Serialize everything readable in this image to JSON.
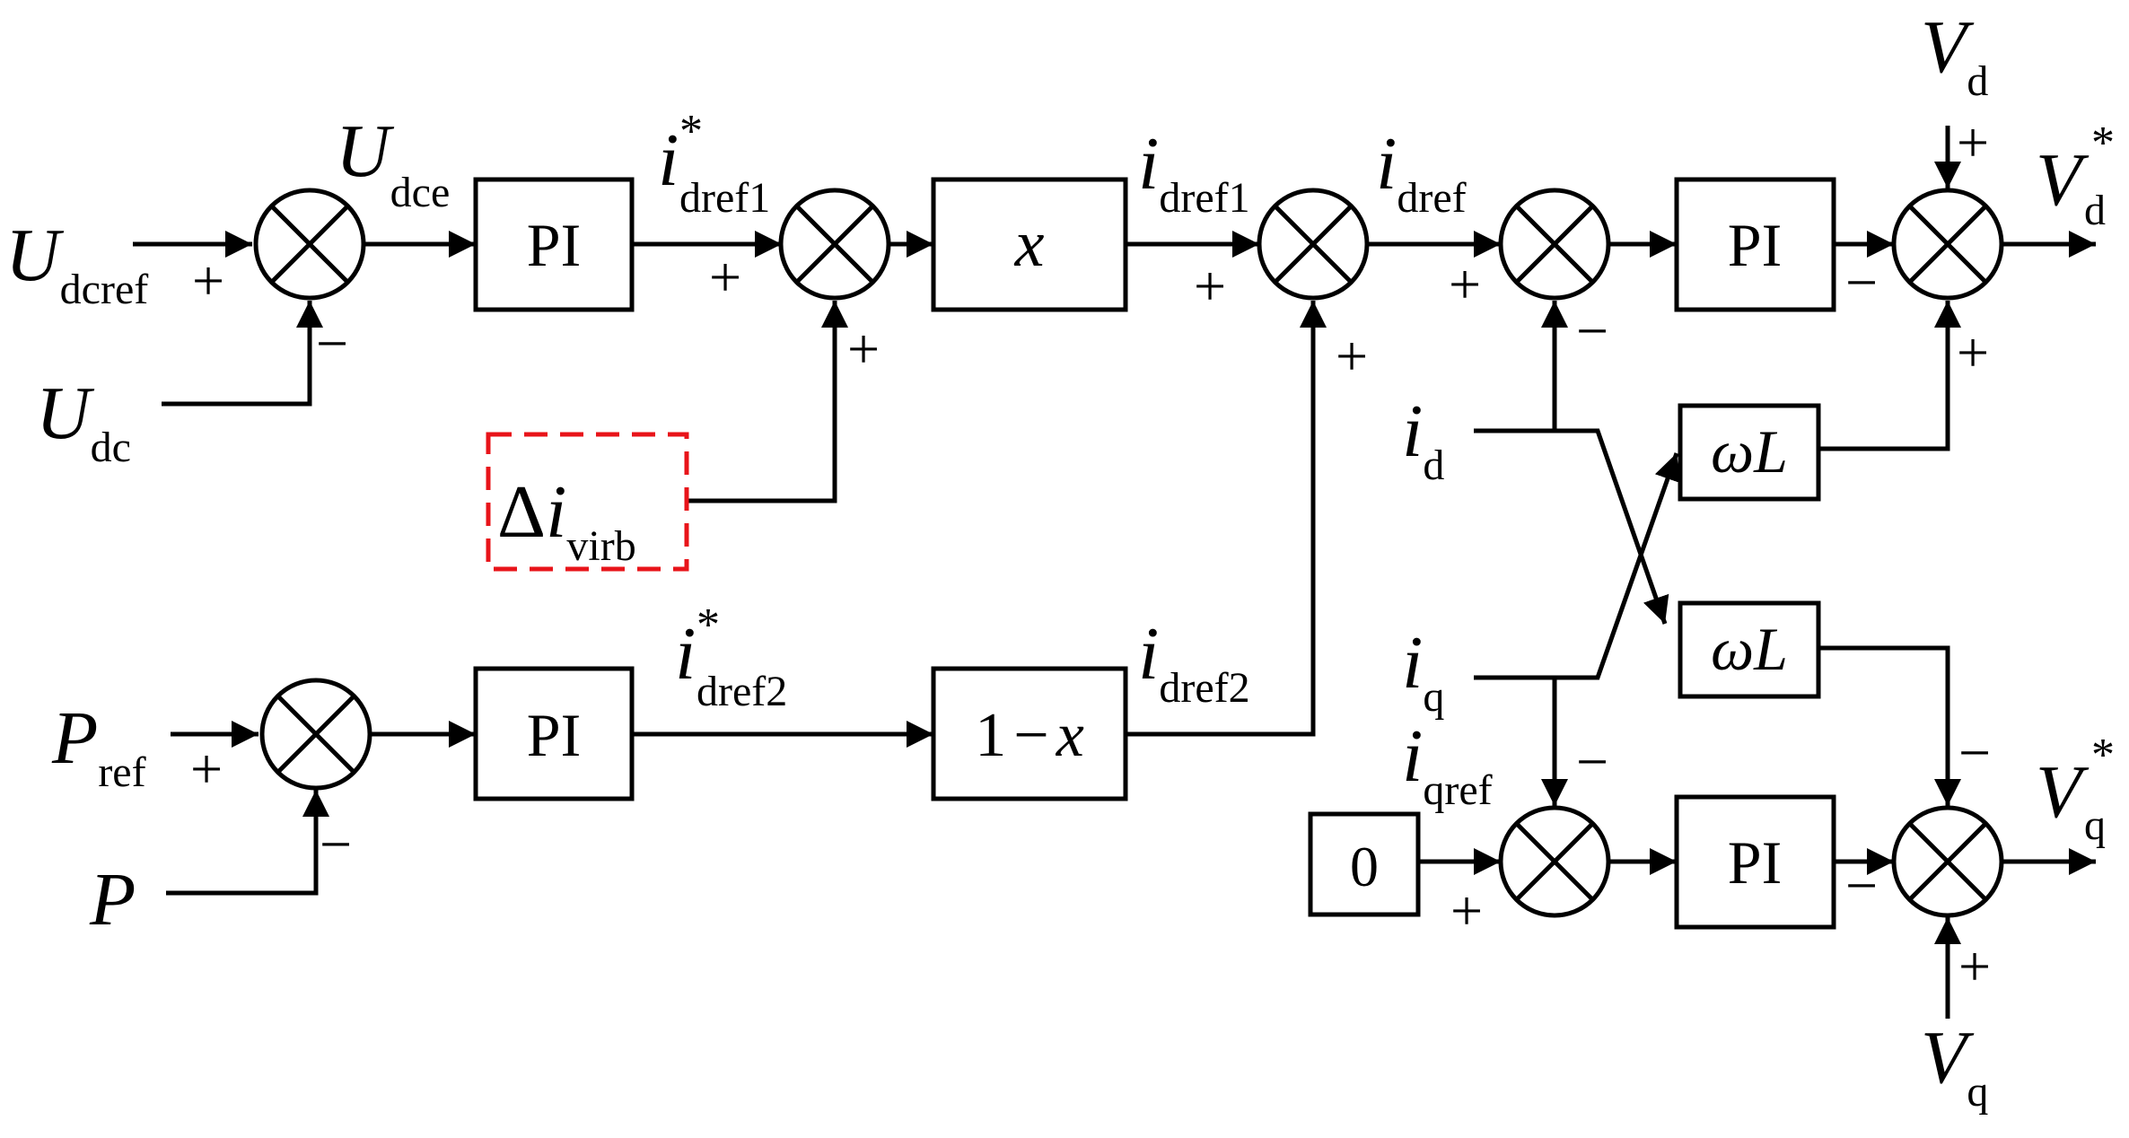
{
  "blocks": {
    "pi_dc": "PI",
    "x": "x",
    "pi_p": "PI",
    "one_minus_x": {
      "one": "1",
      "minus": "−",
      "x": "x"
    },
    "pi_d": "PI",
    "wl_top": {
      "omega": "ω",
      "L": "L"
    },
    "wl_bottom": {
      "omega": "ω",
      "L": "L"
    },
    "pi_q": "PI",
    "zero": "0"
  },
  "signals": {
    "u_dcref": {
      "main": "U",
      "sub": "dcref"
    },
    "u_dc": {
      "main": "U",
      "sub": "dc"
    },
    "u_dce": {
      "main": "U",
      "sub": "dce"
    },
    "i_dref1_star": {
      "main": "i",
      "sup": "*",
      "sub": "dref1"
    },
    "i_dref1": {
      "main": "i",
      "sub": "dref1"
    },
    "delta_i_virb": {
      "delta": "Δ",
      "main": "i",
      "sub": "virb"
    },
    "i_dref": {
      "main": "i",
      "sub": "dref"
    },
    "p_ref": {
      "main": "P",
      "sub": "ref"
    },
    "p": {
      "main": "P"
    },
    "i_dref2_star": {
      "main": "i",
      "sup": "*",
      "sub": "dref2"
    },
    "i_dref2": {
      "main": "i",
      "sub": "dref2"
    },
    "i_d": {
      "main": "i",
      "sub": "d"
    },
    "i_q": {
      "main": "i",
      "sub": "q"
    },
    "i_qref": {
      "main": "i",
      "sub": "qref"
    },
    "v_d": {
      "main": "V",
      "sub": "d"
    },
    "v_q": {
      "main": "V",
      "sub": "q"
    },
    "v_d_star": {
      "main": "V",
      "sup": "*",
      "sub": "d"
    },
    "v_q_star": {
      "main": "V",
      "sup": "*",
      "sub": "q"
    }
  },
  "signs": {
    "plus": "+",
    "minus": "−"
  },
  "colors": {
    "highlight": "#e8141a",
    "line": "#000000"
  }
}
